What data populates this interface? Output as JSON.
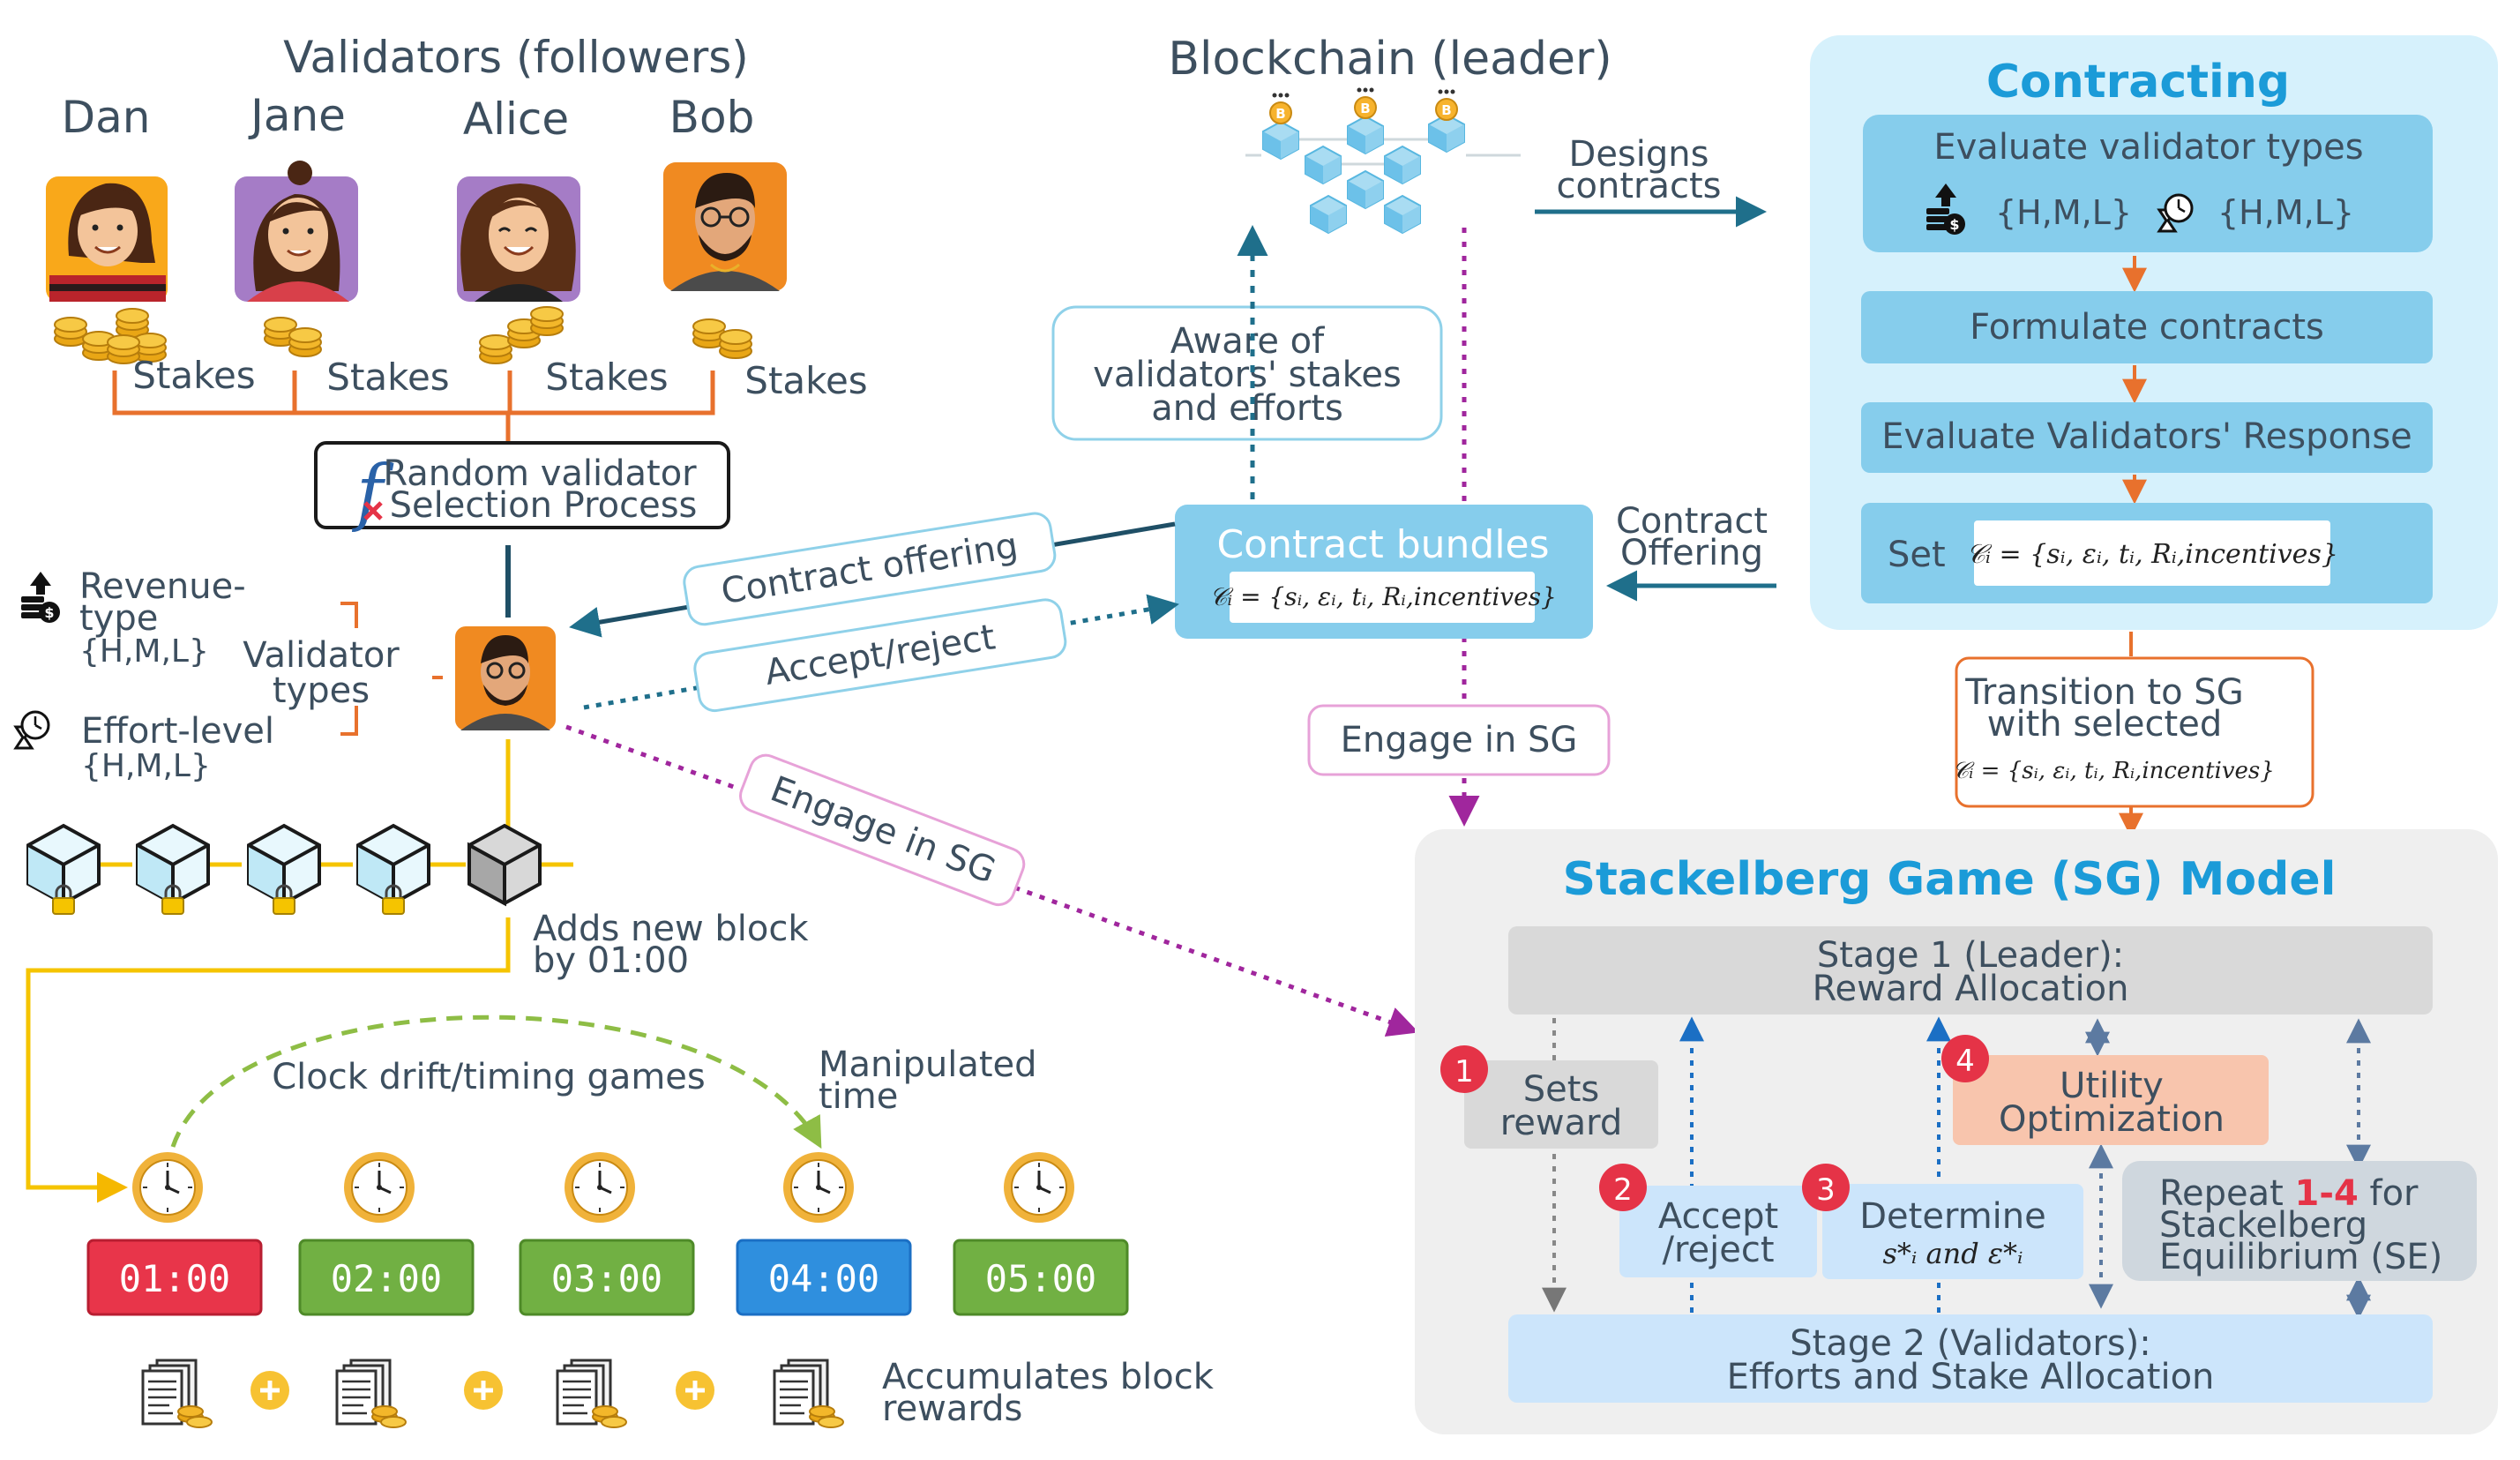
{
  "left": {
    "validators_title": "Validators (followers)",
    "validators": [
      "Dan",
      "Jane",
      "Alice",
      "Bob"
    ],
    "stakes_label": "Stakes",
    "selection_process": [
      "Random validator",
      "Selection Process"
    ],
    "revenue_type": [
      "Revenue-",
      "type",
      "{H,M,L}"
    ],
    "validator_types": [
      "Validator",
      "types"
    ],
    "effort_level": [
      "Effort-level",
      "{H,M,L}"
    ],
    "adds_block": [
      "Adds new block",
      "by 01:00"
    ],
    "clock_drift": "Clock drift/timing games",
    "manipulated_time": [
      "Manipulated",
      "time"
    ],
    "times": [
      "01:00",
      "02:00",
      "03:00",
      "04:00",
      "05:00"
    ],
    "accumulates": [
      "Accumulates block",
      "rewards"
    ]
  },
  "middle": {
    "blockchain_title": "Blockchain (leader)",
    "aware": [
      "Aware of",
      "validators' stakes",
      "and efforts"
    ],
    "designs_contracts": [
      "Designs",
      "contracts"
    ],
    "contract_offering_tag": "Contract offering",
    "accept_reject_tag": "Accept/reject",
    "engage_tag": "Engage in SG",
    "contract_bundles": "Contract bundles",
    "bundle_formula": "𝒞ᵢ = {sᵢ, εᵢ, tᵢ, Rᵢ,incentives}",
    "contract_offering_side": [
      "Contract",
      "Offering"
    ],
    "engage_box": "Engage in SG"
  },
  "contracting": {
    "title": "Contracting",
    "evaluate_types": "Evaluate validator types",
    "types_set_1": "{H,M,L}",
    "types_set_2": "{H,M,L}",
    "formulate": "Formulate contracts",
    "evaluate_response": "Evaluate Validators' Response",
    "set_label": "Set",
    "set_formula": "𝒞ᵢ = {sᵢ, εᵢ, tᵢ, Rᵢ,incentives}"
  },
  "transition": {
    "lines": [
      "Transition to SG",
      "with selected"
    ],
    "formula": "𝒞ᵢ = {sᵢ, εᵢ, tᵢ, Rᵢ,incentives}"
  },
  "sg": {
    "title": "Stackelberg Game (SG) Model",
    "stage1": [
      "Stage 1 (Leader):",
      "Reward Allocation"
    ],
    "sets_reward": [
      "Sets",
      "reward"
    ],
    "accept_reject": [
      "Accept",
      "/reject"
    ],
    "determine": "Determine",
    "determine_formula": "s*ᵢ and ε*ᵢ",
    "utility": [
      "Utility",
      "Optimization"
    ],
    "repeat_pre": "Repeat ",
    "repeat_highlight": "1-4",
    "repeat_post": " for",
    "repeat_lines": [
      "Stackelberg",
      "Equilibrium (SE)"
    ],
    "stage2": [
      "Stage 2 (Validators):",
      "Efforts and Stake Allocation"
    ],
    "badges": [
      "1",
      "2",
      "3",
      "4"
    ]
  },
  "colors": {
    "orange": "#e8712d",
    "teal": "#1f6f8b",
    "purple": "#a0269d",
    "yellow": "#f5c400",
    "green_dash": "#8ebd45",
    "contract_panel": "#d6f1fc",
    "sg_panel": "#efefef",
    "badge_red": "#e53347"
  }
}
